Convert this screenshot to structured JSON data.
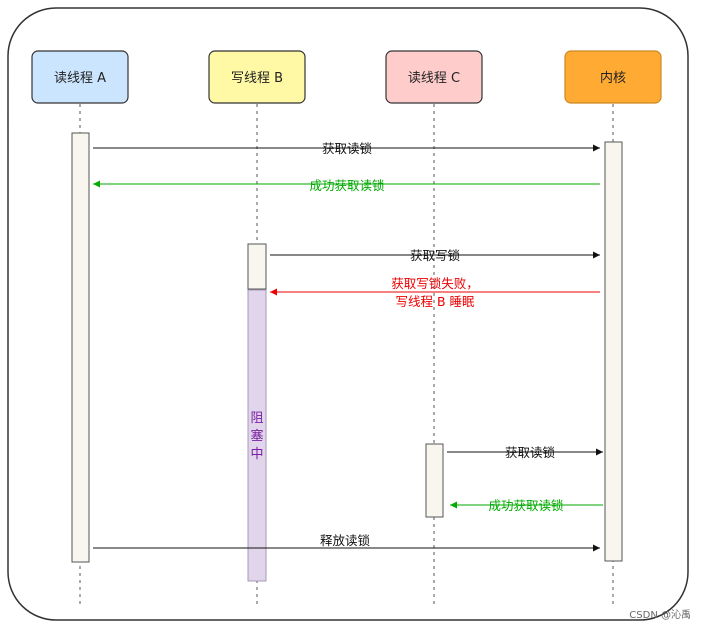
{
  "participants": [
    {
      "label": "读线程 A",
      "fill": "#cce5ff",
      "stroke": "#333333"
    },
    {
      "label": "写线程 B",
      "fill": "#fff9a6",
      "stroke": "#333333"
    },
    {
      "label": "读线程 C",
      "fill": "#ffcccc",
      "stroke": "#333333"
    },
    {
      "label": "内核",
      "fill": "#ffaa33",
      "stroke": "#cc8822"
    }
  ],
  "messages": [
    {
      "lines": [
        "获取读锁"
      ],
      "color": "#111111"
    },
    {
      "lines": [
        "成功获取读锁"
      ],
      "color": "#00aa00"
    },
    {
      "lines": [
        "获取写锁"
      ],
      "color": "#111111"
    },
    {
      "lines": [
        "获取写锁失败，",
        "写线程 B 睡眠"
      ],
      "color": "#ee0000"
    },
    {
      "lines": [
        "获取读锁"
      ],
      "color": "#111111"
    },
    {
      "lines": [
        "成功获取读锁"
      ],
      "color": "#00aa00"
    },
    {
      "lines": [
        "释放读锁"
      ],
      "color": "#111111"
    }
  ],
  "blocked": {
    "chars": [
      "阻",
      "塞",
      "中"
    ],
    "fill": "#e0d5ea",
    "text_color": "#7a1fa2"
  },
  "watermark": "CSDN @沁禹"
}
